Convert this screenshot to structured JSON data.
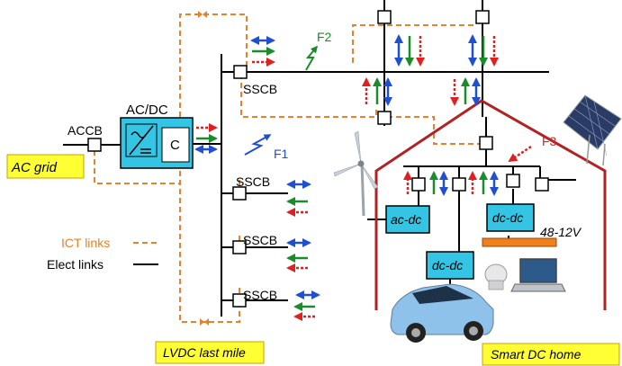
{
  "labels": {
    "ac_grid": "AC grid",
    "accb": "ACCB",
    "acdc_top": "AC/DC",
    "converter_c": "C",
    "sscb_main": "SSCB",
    "sscb_1": "SSCB",
    "sscb_2": "SSCB",
    "sscb_3": "SSCB",
    "f1": "F1",
    "f2": "F2",
    "f3": "F3",
    "ac_dc": "ac-dc",
    "dc_dc_right": "dc-dc",
    "dc_dc_mid": "dc-dc",
    "v48_12": "48-12V",
    "lvdc_last_mile": "LVDC last mile",
    "smart_dc_home": "Smart DC home"
  },
  "legend": {
    "ict_links": "ICT links",
    "elect_links": "Elect links"
  },
  "colors": {
    "ict": "#e8822a",
    "elect": "#000000",
    "house": "#b22222",
    "converter_fill": "#33c5e3",
    "yellow_label": "#ffff33",
    "bus_orange": "#f07f1e",
    "arrow_blue": "#2050d0",
    "arrow_green": "#1a8c2a",
    "arrow_red": "#e02020",
    "fault_blue": "#2050d0",
    "fault_green": "#1a8c2a",
    "fault_red": "#e02020"
  }
}
